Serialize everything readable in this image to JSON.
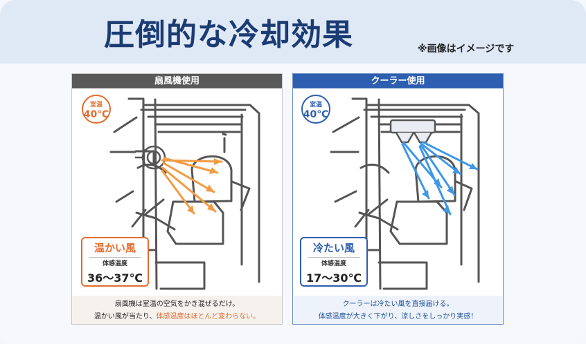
{
  "header": {
    "title": "圧倒的な冷却効果",
    "note": "※画像はイメージです"
  },
  "panels": [
    {
      "heading": "扇風機使用",
      "room_label": "室温",
      "room_temp": "40℃",
      "wind_label": "温かい風",
      "temp_title": "体感温度",
      "temp_value": "36〜37℃",
      "caption_line1": "扇風機は室温の空気をかき混ぜるだけ。",
      "caption_line2_a": "温かい風が当たり、",
      "caption_line2_b": "体感温度はほとんど変わらない。"
    },
    {
      "heading": "クーラー使用",
      "room_label": "室温",
      "room_temp": "40℃",
      "wind_label": "冷たい風",
      "temp_title": "体感温度",
      "temp_value": "17〜30℃",
      "caption_line1": "クーラーは冷たい風を直接届ける。",
      "caption_line2": "体感温度が大きく下がり、涼しさをしっかり実感！"
    }
  ],
  "colors": {
    "title": "#1b3b73",
    "warm": "#e26d2f",
    "cool": "#2d5eb0"
  }
}
